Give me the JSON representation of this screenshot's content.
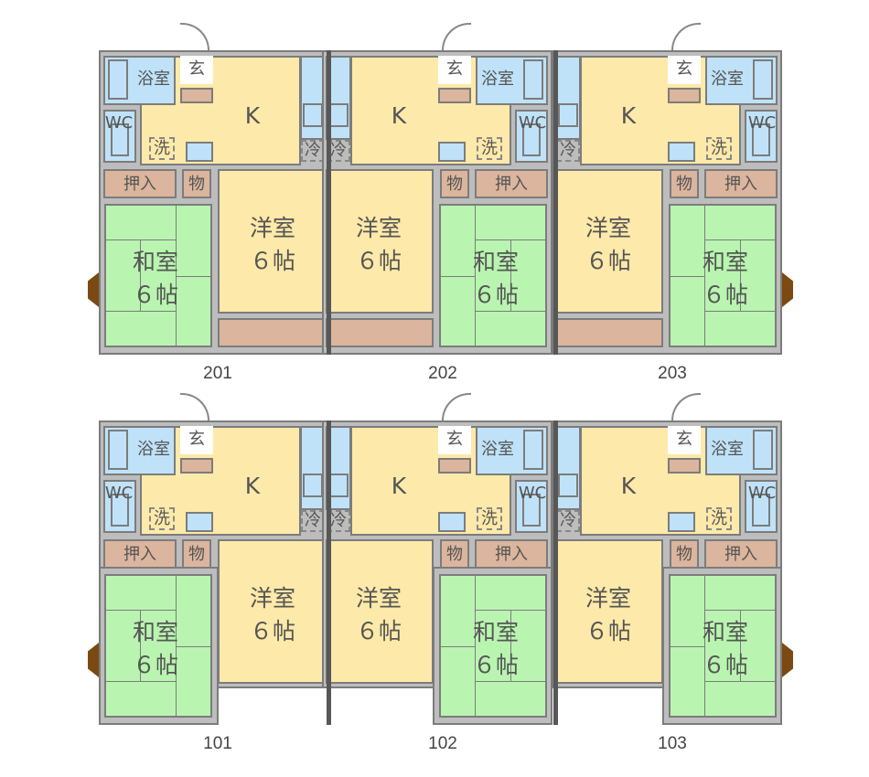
{
  "room_labels": {
    "bath": "浴室",
    "entrance": "玄",
    "kitchen": "K",
    "wc": "WC",
    "washer": "洗",
    "fridge": "冷",
    "closet": "押入",
    "storage": "物",
    "western_room": "洋室",
    "japanese_room": "和室",
    "size": "６帖"
  },
  "units": [
    {
      "number": "201",
      "floor": 2,
      "mirrored": false,
      "window": "left"
    },
    {
      "number": "202",
      "floor": 2,
      "mirrored": true,
      "window": "none"
    },
    {
      "number": "203",
      "floor": 2,
      "mirrored": true,
      "window": "right"
    },
    {
      "number": "101",
      "floor": 1,
      "mirrored": false,
      "window": "left"
    },
    {
      "number": "102",
      "floor": 1,
      "mirrored": true,
      "window": "none"
    },
    {
      "number": "103",
      "floor": 1,
      "mirrored": true,
      "window": "right"
    }
  ],
  "colors": {
    "wet_area": "#bfe2f8",
    "kitchen_western": "#fde9a9",
    "closet": "#dbb59d",
    "tatami": "#b9f5b0",
    "wall": "#bdbdbd"
  }
}
